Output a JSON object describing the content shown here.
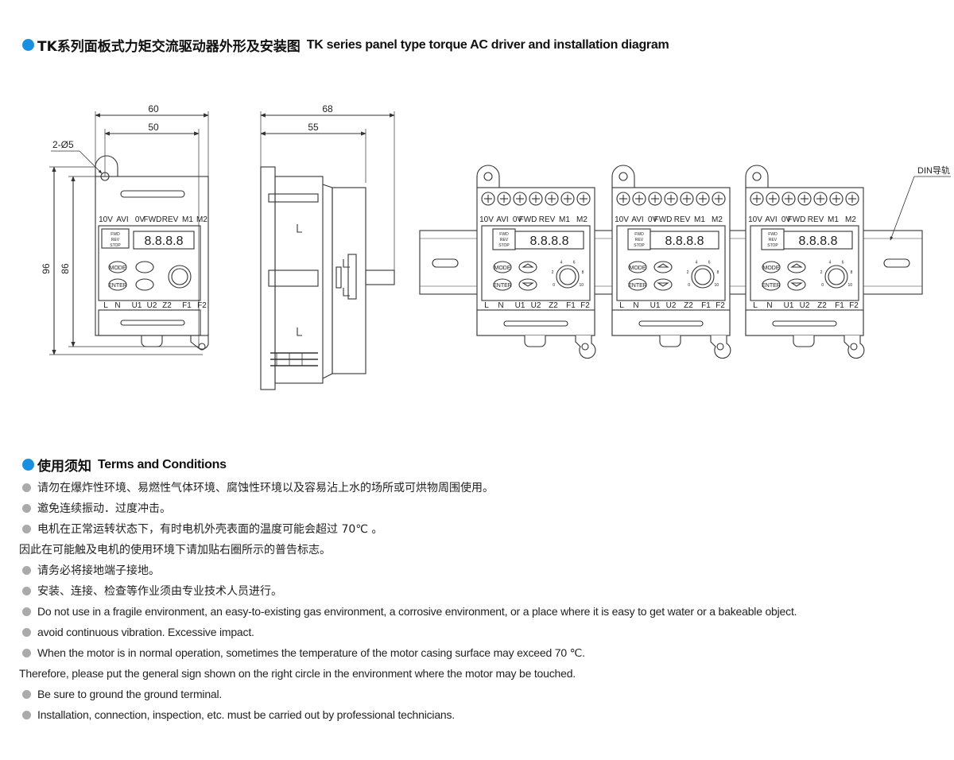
{
  "section1": {
    "title_cn": "TK系列面板式力矩交流驱动器外形及安装图",
    "title_en": "TK series panel type torque AC driver and installation diagram"
  },
  "front_view": {
    "dim_width_outer": "60",
    "dim_width_inner": "50",
    "dim_height_outer": "96",
    "dim_height_inner": "86",
    "hole_label": "2-Ø5"
  },
  "side_view": {
    "dim_depth_outer": "68",
    "dim_depth_inner": "55"
  },
  "unit": {
    "top_terminals": [
      "10V",
      "AVI",
      "0V",
      "FWD",
      "REV",
      "M1",
      "M2"
    ],
    "bottom_terminals": [
      "L",
      "N",
      "U1",
      "U2",
      "Z2",
      "F1",
      "F2"
    ],
    "status_labels": [
      "FWD",
      "REV",
      "STOP"
    ],
    "display": "8.8.8.8",
    "button_mode": "MODE",
    "button_enter": "ENTER",
    "knob_scale": [
      "0",
      "2",
      "4",
      "6",
      "8",
      "10"
    ]
  },
  "din_rail_label": "DIN导轨",
  "section2": {
    "title_cn": "使用须知",
    "title_en": "Terms and Conditions"
  },
  "notes": [
    {
      "text": "请勿在爆炸性环境、易燃性气体环境、腐蚀性环境以及容易沾上水的场所或可烘物周围使用。",
      "bullet": true,
      "lang": "cn"
    },
    {
      "text": "邀免连续振动．过度冲击。",
      "bullet": true,
      "lang": "cn"
    },
    {
      "text": "电机在正常运转状态下，有时电机外壳表面的温度可能会超过 70℃ 。",
      "bullet": true,
      "lang": "cn"
    },
    {
      "text": "因此在可能触及电机的使用环境下请加贴右圈所示的普告标志。",
      "bullet": false,
      "lang": "cn"
    },
    {
      "text": "请务必将接地端子接地。",
      "bullet": true,
      "lang": "cn"
    },
    {
      "text": "安装、连接、检查等作业须由专业技术人员进行。",
      "bullet": true,
      "lang": "cn"
    },
    {
      "text": "Do not use in a fragile environment, an easy-to-existing gas environment, a corrosive environment, or a place where it is easy to get water or a bakeable object.",
      "bullet": true,
      "lang": "en"
    },
    {
      "text": "avoid continuous vibration. Excessive impact.",
      "bullet": true,
      "lang": "en"
    },
    {
      "text": "When the motor is in normal operation, sometimes the temperature of the motor casing surface may exceed 70 ℃.",
      "bullet": true,
      "lang": "en"
    },
    {
      "text": "Therefore, please put the general sign shown on the right circle in the environment where the motor may be touched.",
      "bullet": false,
      "lang": "en"
    },
    {
      "text": "Be sure to ground the ground terminal.",
      "bullet": true,
      "lang": "en"
    },
    {
      "text": "Installation, connection, inspection, etc. must be carried out by professional technicians.",
      "bullet": true,
      "lang": "en"
    }
  ]
}
